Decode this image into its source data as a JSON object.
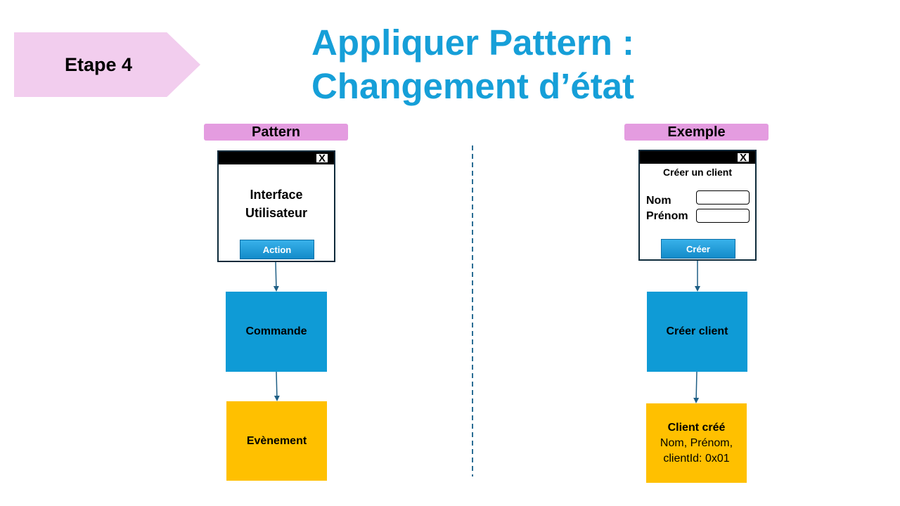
{
  "step": {
    "label": "Etape 4"
  },
  "title": {
    "line1": "Appliquer Pattern :",
    "line2": "Changement d’état"
  },
  "pattern": {
    "header": "Pattern",
    "window": {
      "close": "X",
      "text_line1": "Interface",
      "text_line2": "Utilisateur",
      "button": "Action"
    },
    "command": "Commande",
    "event": "Evènement"
  },
  "example": {
    "header": "Exemple",
    "window": {
      "close": "X",
      "form_title": "Créer un client",
      "label_nom": "Nom",
      "label_prenom": "Prénom",
      "button": "Créer"
    },
    "command": "Créer client",
    "event": {
      "title": "Client créé",
      "line1": "Nom, Prénom,",
      "line2": "clientId: 0x01"
    }
  },
  "colors": {
    "title": "#169fd8",
    "step_badge": "#f2cdee",
    "section_header": "#e49ce0",
    "command_box": "#0f9bd6",
    "event_box": "#ffc000",
    "arrow": "#1f5f85"
  }
}
